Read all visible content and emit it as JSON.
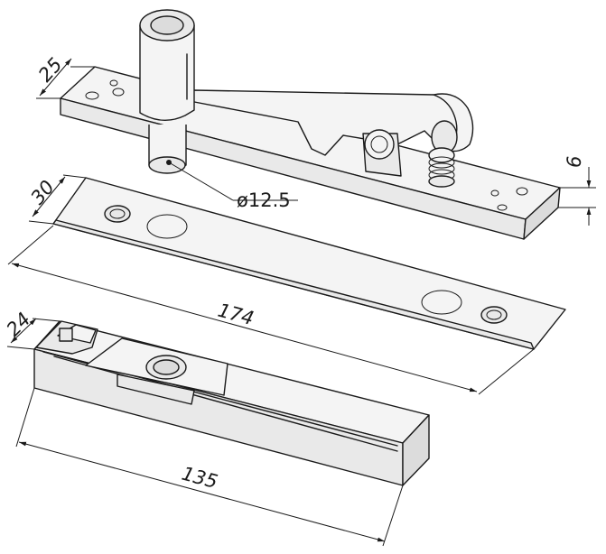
{
  "figure": {
    "dimensions": {
      "top_plate_width": "25",
      "top_plate_thickness": "6",
      "pivot_diameter": "ø12.5",
      "middle_plate_width": "30",
      "middle_plate_length": "174",
      "bottom_housing_width": "24",
      "bottom_housing_length": "135"
    }
  }
}
